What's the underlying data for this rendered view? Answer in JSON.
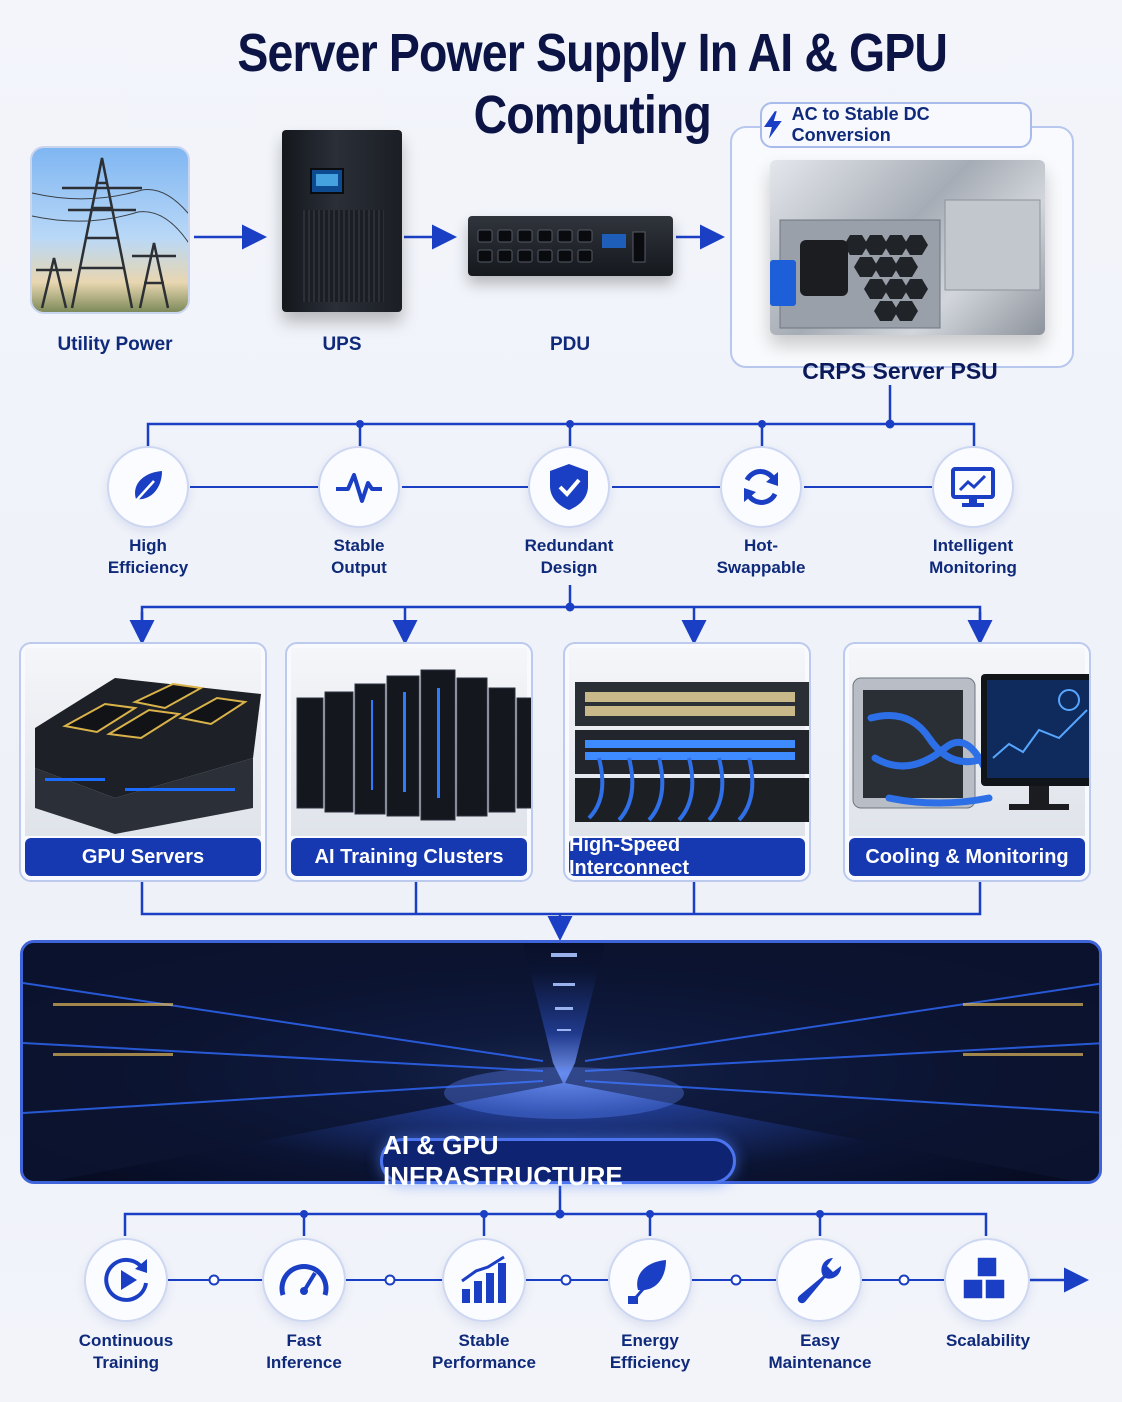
{
  "title": "Server Power Supply In AI & GPU Computing",
  "power_chain": {
    "utility": "Utility Power",
    "ups": "UPS",
    "pdu": "PDU",
    "psu": "CRPS Server PSU",
    "badge": "AC to Stable DC Conversion"
  },
  "features": [
    {
      "line1": "High",
      "line2": "Efficiency",
      "icon": "leaf-icon"
    },
    {
      "line1": "Stable",
      "line2": "Output",
      "icon": "pulse-icon"
    },
    {
      "line1": "Redundant",
      "line2": "Design",
      "icon": "shield-check-icon"
    },
    {
      "line1": "Hot-",
      "line2": "Swappable",
      "icon": "refresh-icon"
    },
    {
      "line1": "Intelligent",
      "line2": "Monitoring",
      "icon": "monitor-chart-icon"
    }
  ],
  "applications": [
    {
      "label": "GPU Servers"
    },
    {
      "label": "AI Training Clusters"
    },
    {
      "label": "High-Speed Interconnect"
    },
    {
      "label": "Cooling & Monitoring"
    }
  ],
  "infrastructure": "AI & GPU INFRASTRUCTURE",
  "benefits": [
    {
      "line1": "Continuous",
      "line2": "Training",
      "icon": "play-cycle-icon"
    },
    {
      "line1": "Fast",
      "line2": "Inference",
      "icon": "speedometer-icon"
    },
    {
      "line1": "Stable",
      "line2": "Performance",
      "icon": "bar-growth-icon"
    },
    {
      "line1": "Energy",
      "line2": "Efficiency",
      "icon": "leaf-plug-icon"
    },
    {
      "line1": "Easy",
      "line2": "Maintenance",
      "icon": "wrench-icon"
    },
    {
      "line1": "Scalability",
      "line2": "",
      "icon": "cubes-icon"
    }
  ],
  "colors": {
    "accent": "#1a3fc4",
    "dark_navy": "#0b1445",
    "bar_blue": "#1638b0"
  }
}
